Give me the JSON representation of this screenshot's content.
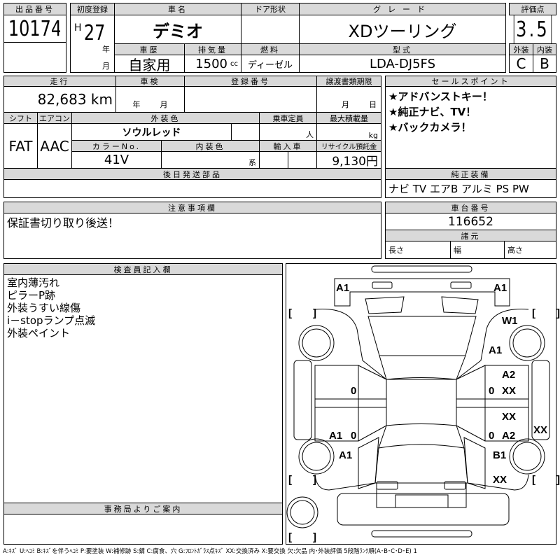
{
  "lot": {
    "label": "出品番号",
    "value": "10174"
  },
  "first_reg": {
    "label": "初度登録",
    "era": "H",
    "year": "27",
    "year_unit": "年",
    "month_unit": "月"
  },
  "car_name": {
    "label": "車名",
    "value": "デミオ"
  },
  "door": {
    "label": "ドア形状",
    "value": ""
  },
  "grade": {
    "label": "グレード",
    "value": "XDツーリング"
  },
  "history": {
    "label": "車歴",
    "value": "自家用"
  },
  "displacement": {
    "label": "排気量",
    "value": "1500",
    "unit": "cc"
  },
  "fuel": {
    "label": "燃料",
    "value": "ディーゼル"
  },
  "model": {
    "label": "型式",
    "value": "LDA-DJ5FS"
  },
  "score": {
    "label": "評価点",
    "value": "3.5",
    "exterior_label": "外装",
    "interior_label": "内装",
    "exterior": "C",
    "interior": "B"
  },
  "mileage": {
    "label": "走行",
    "value": "82,683 km"
  },
  "inspection": {
    "label": "車検",
    "year_unit": "年",
    "month_unit": "月"
  },
  "plate": {
    "label": "登録番号",
    "value": ""
  },
  "transfer": {
    "label": "譲渡書類期限",
    "month_unit": "月",
    "day_unit": "日"
  },
  "shift": {
    "label": "シフト",
    "value": "FAT"
  },
  "aircon": {
    "label": "エアコン",
    "value": "AAC"
  },
  "ext_color": {
    "label": "外装色",
    "value": "ソウルレッド"
  },
  "capacity": {
    "label": "乗車定員",
    "unit": "人"
  },
  "max_load": {
    "label": "最大積載量",
    "unit": "kg"
  },
  "color_no": {
    "label": "カラーNo.",
    "value": "41V"
  },
  "int_color": {
    "label": "内装色",
    "unit": "系"
  },
  "import": {
    "label": "輸入車"
  },
  "recycle": {
    "label": "リサイクル預託金",
    "value": "9,130円"
  },
  "later_parts": {
    "label": "後日発送部品",
    "value": ""
  },
  "sales_points": {
    "label": "セールスポイント",
    "items": [
      "★アドバンストキー！",
      "★純正ナビ、TV！",
      "★バックカメラ！"
    ]
  },
  "equipment": {
    "label": "純正装備",
    "value": "ナビ TV エアB アルミ PS PW"
  },
  "notes": {
    "label": "注意事項欄",
    "value": "保証書切り取り後送！"
  },
  "chassis": {
    "label": "車台番号",
    "value": "116652"
  },
  "specs": {
    "label": "諸元",
    "length": "長さ",
    "width": "幅",
    "height": "高さ"
  },
  "inspector": {
    "label": "検査員記入欄",
    "items": [
      "室内薄汚れ",
      "ピラーP跡",
      "外装うすい線傷",
      "i－stopランプ点滅",
      "外装ペイント"
    ]
  },
  "office": {
    "label": "事務局よりご案内",
    "value": ""
  },
  "diagram": {
    "marks": [
      "A1",
      "A1",
      "W1",
      "A1",
      "A2",
      "XX",
      "0",
      "0",
      "XX",
      "A2",
      "XX",
      "A1",
      "0",
      "0",
      "A1",
      "B1",
      "XX"
    ],
    "bracket": "[　　]"
  },
  "legend": "A:ｷｽﾞ U:ﾍｺﾐ B:ｷｽﾞを伴うﾍｺﾐ P:要塗装 W:補修跡 S:錆 C:腐食、穴 G:ﾌﾛﾝﾄｶﾞﾗｽ点ｷｽﾞ XX:交換済み X:要交換 欠:欠品 内･外装評価 5段階ﾗﾝｸ順(A･B･C･D･E) 1"
}
